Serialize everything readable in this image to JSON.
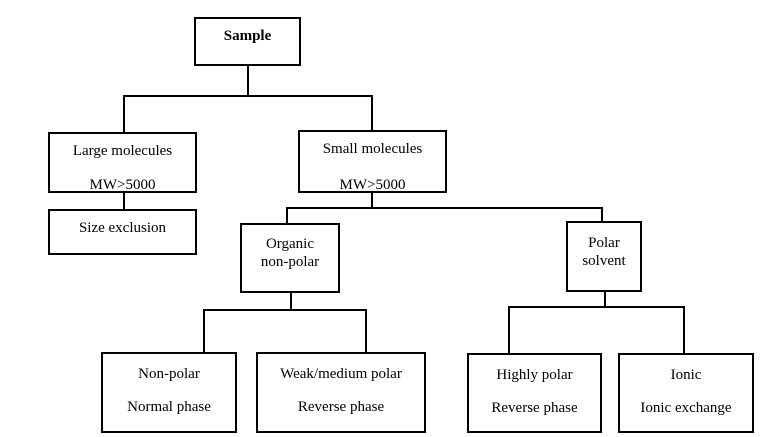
{
  "root": {
    "label": "Sample"
  },
  "large": {
    "line1": "Large molecules",
    "line2": "MW>5000"
  },
  "small": {
    "line1": "Small molecules",
    "line2": "MW>5000"
  },
  "size_exclusion": {
    "label": "Size exclusion"
  },
  "organic": {
    "line1": "Organic",
    "line2": "non-polar"
  },
  "polar": {
    "line1": "Polar",
    "line2": "solvent"
  },
  "nonpolar": {
    "line1": "Non-polar",
    "line2": "Normal phase"
  },
  "weak": {
    "line1": "Weak/medium polar",
    "line2": "Reverse phase"
  },
  "highly": {
    "line1": "Highly polar",
    "line2": "Reverse phase"
  },
  "ionic": {
    "line1": "Ionic",
    "line2": "Ionic exchange"
  }
}
